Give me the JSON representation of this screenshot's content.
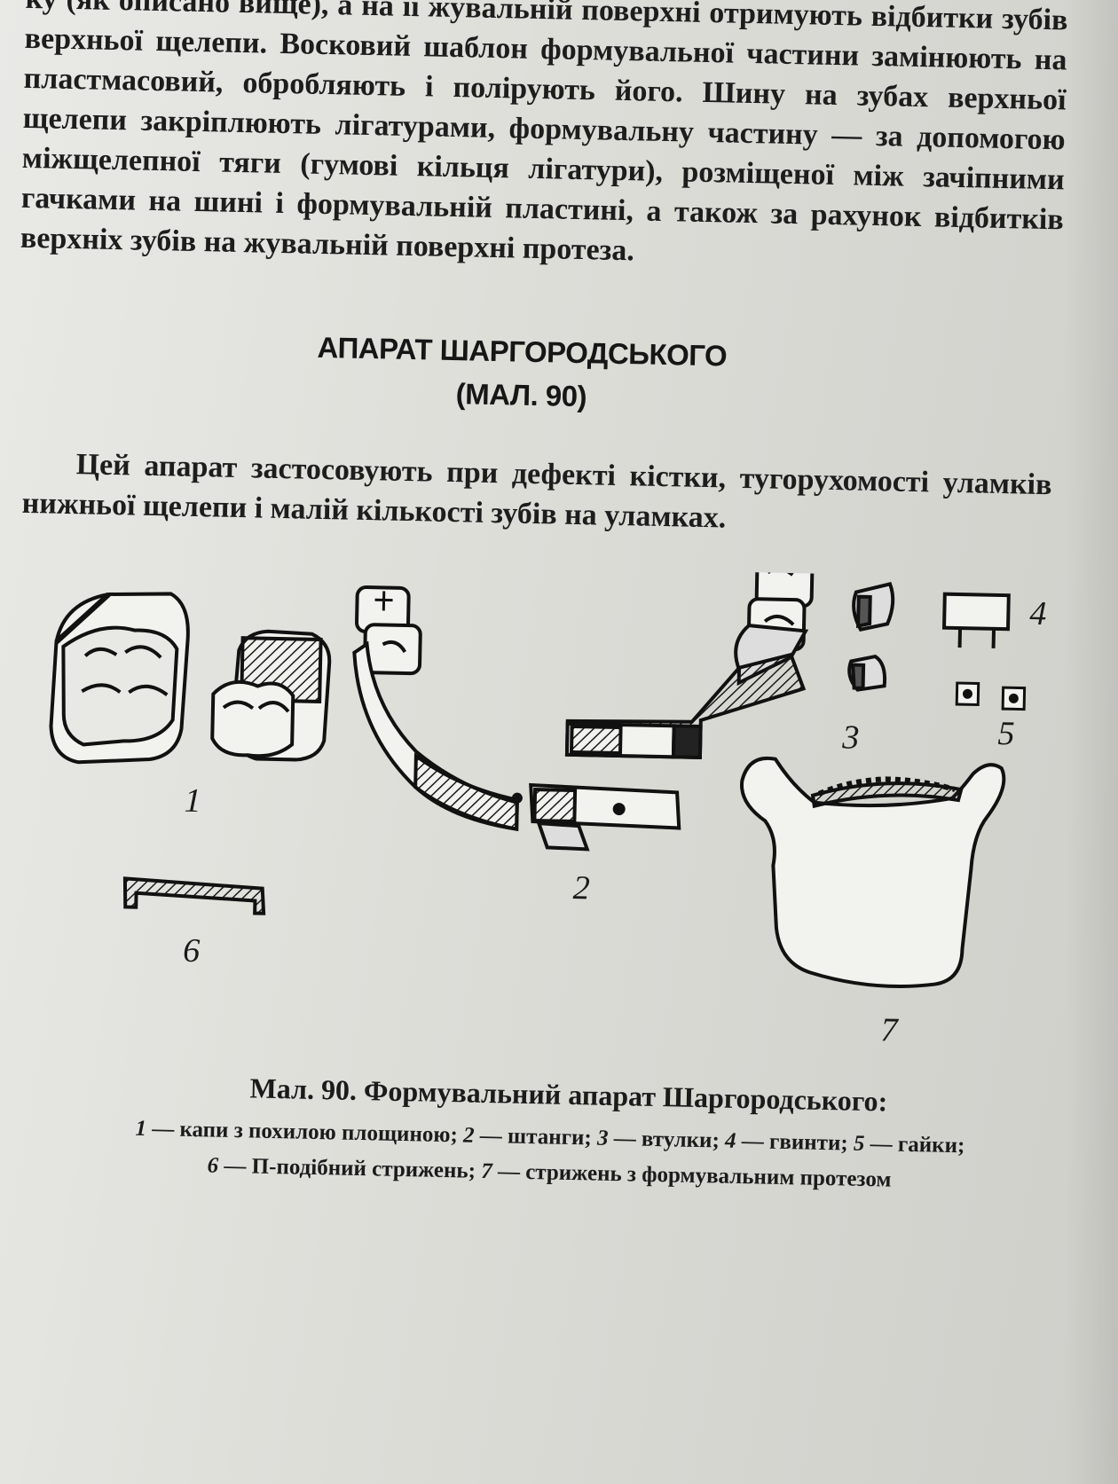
{
  "paragraph_top": "ку (як описано вище), а на її жувальній поверхні отримують відбитки зубів верхньої щелепи. Восковий шаблон формувальної частини замінюють на пластмасовий, обробляють і полірують його. Шину на зубах верхньої щелепи закріплюють лігатурами, формувальну частину — за допомогою міжщелепної тяги (гумові кільця лігатури), розміщеної між зачіпними гачками на шині і формувальній пластині, а також за рахунок відбитків верхніх зубів на жувальній поверхні протеза.",
  "heading": {
    "line1": "АПАРАТ ШАРГОРОДСЬКОГО",
    "line2": "(МАЛ. 90)"
  },
  "paragraph_mid": "Цей апарат застосовують при дефекті кістки, тугорухомості уламків нижньої щелепи і малій кількості зубів на уламках.",
  "figure": {
    "labels": {
      "n1": "1",
      "n2": "2",
      "n3": "3",
      "n4": "4",
      "n5": "5",
      "n6": "6",
      "n7": "7"
    }
  },
  "caption": {
    "title": "Мал. 90. Формувальний апарат Шаргородського:",
    "items": [
      {
        "num": "1",
        "text": " — капи з похилою площиною; "
      },
      {
        "num": "2",
        "text": " — штанги; "
      },
      {
        "num": "3",
        "text": " — втулки; "
      },
      {
        "num": "4",
        "text": " — гвинти; "
      },
      {
        "num": "5",
        "text": " — гайки;"
      },
      {
        "num": "6",
        "text": " — П-подібний стрижень; "
      },
      {
        "num": "7",
        "text": " — стрижень з формувальним протезом"
      }
    ]
  }
}
